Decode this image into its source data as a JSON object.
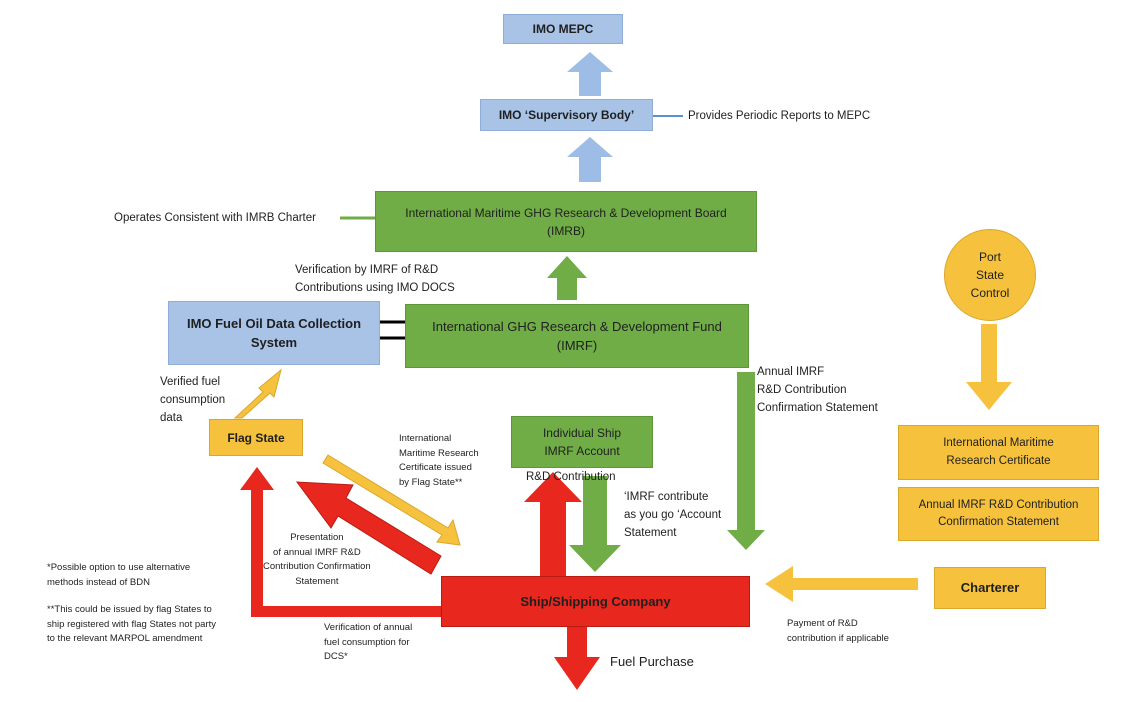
{
  "boxes": {
    "imo_mepc": "IMO MEPC",
    "supervisory_body": "IMO ‘Supervisory Body’",
    "imrb": "International Maritime GHG Research & Development Board\n(IMRB)",
    "dcs": "IMO Fuel Oil Data Collection\nSystem",
    "imrf": "International GHG Research & Development Fund\n(IMRF)",
    "flag_state": "Flag State",
    "individual_account": "Individual Ship\nIMRF Account",
    "port_state_control": "Port\nState\nControl",
    "research_certificate": "International Maritime\nResearch Certificate",
    "annual_statement": "Annual IMRF R&D Contribution\nConfirmation Statement",
    "shipping_company": "Ship/Shipping Company",
    "charterer": "Charterer"
  },
  "labels": {
    "periodic_reports": "Provides Periodic Reports to MEPC",
    "imrb_charter": "Operates Consistent with IMRB Charter",
    "verification_docs": "Verification by IMRF of R&D\nContributions using IMO DOCS",
    "verified_fuel": "Verified fuel\nconsumption\ndata",
    "annual_confirmation": "Annual IMRF\nR&D Contribution\nConfirmation Statement",
    "certificate_issued": "International\nMaritime Research\nCertificate issued\nby Flag State**",
    "rd_contribution": "R&D Contribution",
    "contribute_as_you_go": "‘IMRF contribute\nas you go ‘Account\nStatement",
    "presentation": "Presentation\nof annual IMRF R&D\nContribution Confirmation\nStatement",
    "verification_annual": "Verification of annual\nfuel consumption for\nDCS*",
    "fuel_purchase": "Fuel Purchase",
    "payment": "Payment of R&D\ncontribution if applicable",
    "footnote_1": "*Possible option to use alternative\nmethods instead of BDN",
    "footnote_2": "**This could be issued by flag States to\nship registered with flag States not party\nto the relevant MARPOL amendment"
  },
  "colors": {
    "blue": "#a8c3e6",
    "blue_arrow": "#9dbde6",
    "green": "#70ad47",
    "amber": "#f6c23e",
    "red": "#e8281e"
  }
}
